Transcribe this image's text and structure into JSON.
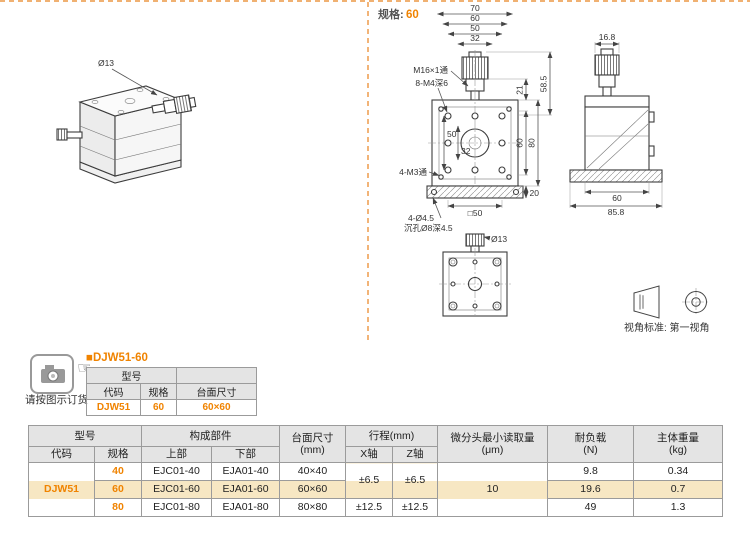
{
  "header": {
    "spec_label": "规格:",
    "spec_value": "60"
  },
  "drawings": {
    "iso": {
      "dia13": "Ø13"
    },
    "front": {
      "dim_w70": "70",
      "dim_w60": "60",
      "dim_w50": "50",
      "dim_w32": "32",
      "label_m16": "M16×1通",
      "label_8m4": "8-M4深6",
      "dim_h21": "21",
      "dim_h585": "58.5",
      "dim_h60": "60",
      "dim_h80": "80",
      "dim_p50": "50",
      "dim_p32": "32",
      "label_4m3": "4-M3通",
      "dim_base20": "20",
      "dim_sq50": "□50",
      "label_4d45": "4-Ø4.5",
      "label_cbore": "沉孔Ø8深4.5"
    },
    "side": {
      "dim_168": "16.8",
      "dim_60": "60",
      "dim_858": "85.8"
    },
    "plan": {
      "dia13": "Ø13"
    },
    "view_standard": "视角标准: 第一视角"
  },
  "order": {
    "note": "请按图示订货",
    "hand_icon": "☞",
    "title": "■DJW51-60",
    "table": {
      "h_model": "型号",
      "h_code": "代码",
      "h_spec": "规格",
      "h_size": "台面尺寸",
      "code": "DJW51",
      "spec": "60",
      "size": "60×60"
    }
  },
  "spec_table": {
    "headers": {
      "model": "型号",
      "code": "代码",
      "spec": "规格",
      "components": "构成部件",
      "upper": "上部",
      "lower": "下部",
      "size": "台面尺寸\n(mm)",
      "travel": "行程(mm)",
      "x": "X轴",
      "z": "Z轴",
      "min_read": "微分头最小读取量\n(μm)",
      "load": "耐负载\n(N)",
      "weight": "主体重量\n(kg)"
    },
    "code": "DJW51",
    "min_read": "10",
    "travel": {
      "x_40_60": "±6.5",
      "z_40_60": "±6.5",
      "x_80": "±12.5",
      "z_80": "±12.5"
    },
    "rows": [
      {
        "spec": "40",
        "upper": "EJC01-40",
        "lower": "EJA01-40",
        "size": "40×40",
        "load": "9.8",
        "weight": "0.34"
      },
      {
        "spec": "60",
        "upper": "EJC01-60",
        "lower": "EJA01-60",
        "size": "60×60",
        "load": "19.6",
        "weight": "0.7"
      },
      {
        "spec": "80",
        "upper": "EJC01-80",
        "lower": "EJA01-80",
        "size": "80×80",
        "load": "49",
        "weight": "1.3"
      }
    ]
  },
  "colors": {
    "accent_orange": "#f08300",
    "row_highlight": "#f7e7c3",
    "table_header_bg": "#e4e4e4"
  }
}
